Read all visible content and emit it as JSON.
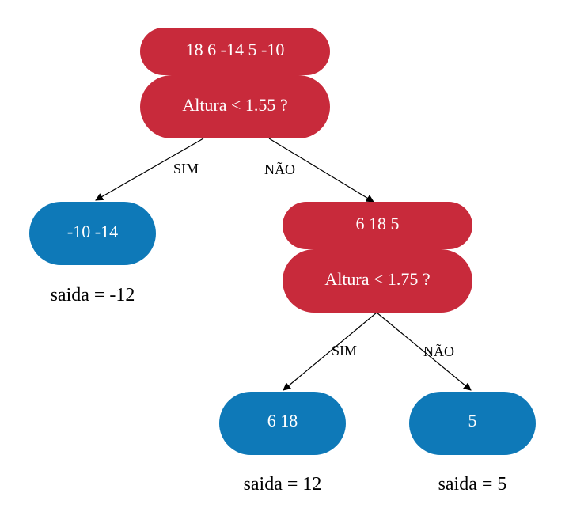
{
  "colors": {
    "decision_node": "#c82a3b",
    "leaf_node": "#0e79b8",
    "text_light": "#ffffff",
    "text_dark": "#000000"
  },
  "root": {
    "samples": "18  6  -14  5  -10",
    "condition": "Altura < 1.55 ?"
  },
  "edges": {
    "root_yes": "SIM",
    "root_no": "NÃO",
    "inner_yes": "SIM",
    "inner_no": "NÃO"
  },
  "leaf_left": {
    "samples": "-10  -14",
    "output": "saida = -12"
  },
  "inner": {
    "samples": "6  18  5",
    "condition": "Altura < 1.75 ?"
  },
  "leaf_mid": {
    "samples": "6  18",
    "output": "saida = 12"
  },
  "leaf_right": {
    "samples": "5",
    "output": "saida = 5"
  }
}
